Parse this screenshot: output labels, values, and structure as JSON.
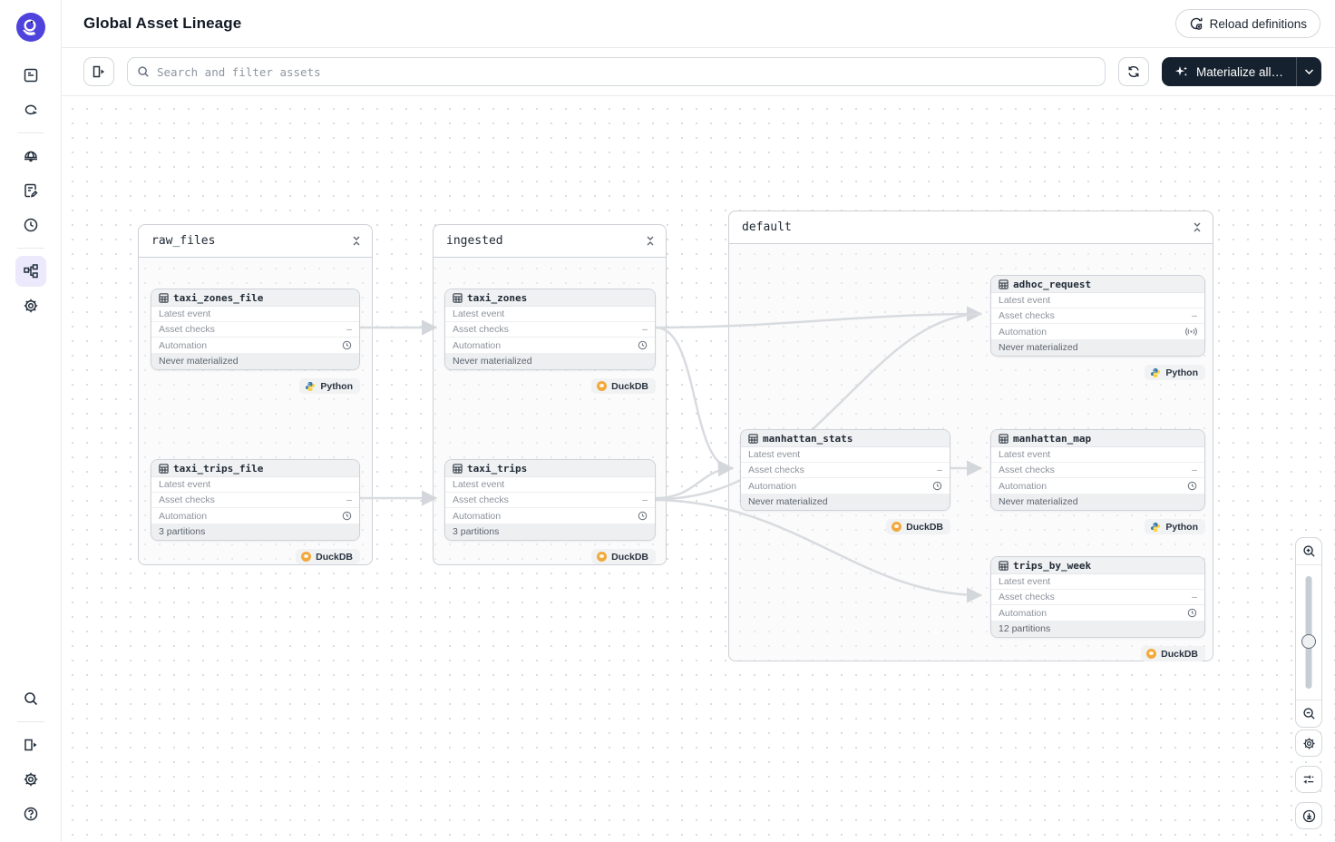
{
  "header": {
    "title": "Global Asset Lineage",
    "reload_definitions_label": "Reload definitions"
  },
  "toolbar": {
    "search_placeholder": "Search and filter assets",
    "materialize_label": "Materialize all…"
  },
  "sidebar": {
    "logo_icon": "dagster-logo",
    "top_icons": [
      "asset-catalog-icon",
      "runs-loop-icon",
      "deployment-globe-icon",
      "jobs-notebook-icon",
      "schedules-clock-icon",
      "lineage-graph-icon",
      "settings-gear-icon"
    ],
    "active_icon": "lineage-graph-icon",
    "bottom_icons": [
      "search-icon",
      "expand-panel-icon",
      "settings-gear-icon",
      "help-icon"
    ]
  },
  "graph": {
    "row_labels": {
      "latest_event": "Latest event",
      "asset_checks": "Asset checks",
      "automation": "Automation"
    },
    "groups": [
      {
        "name": "raw_files"
      },
      {
        "name": "ingested"
      },
      {
        "name": "default"
      }
    ],
    "assets": [
      {
        "name": "taxi_zones_file",
        "group": "raw_files",
        "checks": "–",
        "automation_icon": "clock-icon",
        "footer": "Never materialized",
        "badge": "Python"
      },
      {
        "name": "taxi_trips_file",
        "group": "raw_files",
        "checks": "–",
        "automation_icon": "clock-icon",
        "footer": "3 partitions",
        "badge": "DuckDB"
      },
      {
        "name": "taxi_zones",
        "group": "ingested",
        "checks": "–",
        "automation_icon": "clock-icon",
        "footer": "Never materialized",
        "badge": "DuckDB"
      },
      {
        "name": "taxi_trips",
        "group": "ingested",
        "checks": "–",
        "automation_icon": "clock-icon",
        "footer": "3 partitions",
        "badge": "DuckDB"
      },
      {
        "name": "adhoc_request",
        "group": "default",
        "checks": "–",
        "automation_icon": "sensor-icon",
        "footer": "Never materialized",
        "badge": "Python"
      },
      {
        "name": "manhattan_stats",
        "group": "default",
        "checks": "–",
        "automation_icon": "clock-icon",
        "footer": "Never materialized",
        "badge": "DuckDB"
      },
      {
        "name": "manhattan_map",
        "group": "default",
        "checks": "–",
        "automation_icon": "clock-icon",
        "footer": "Never materialized",
        "badge": "Python"
      },
      {
        "name": "trips_by_week",
        "group": "default",
        "checks": "–",
        "automation_icon": "clock-icon",
        "footer": "12 partitions",
        "badge": "DuckDB"
      }
    ],
    "edges": [
      {
        "from": "taxi_zones_file",
        "to": "taxi_zones"
      },
      {
        "from": "taxi_trips_file",
        "to": "taxi_trips"
      },
      {
        "from": "taxi_zones",
        "to": "adhoc_request"
      },
      {
        "from": "taxi_zones",
        "to": "manhattan_stats"
      },
      {
        "from": "taxi_trips",
        "to": "manhattan_stats"
      },
      {
        "from": "taxi_trips",
        "to": "adhoc_request"
      },
      {
        "from": "taxi_trips",
        "to": "trips_by_week"
      },
      {
        "from": "manhattan_stats",
        "to": "manhattan_map"
      }
    ]
  },
  "controls": {
    "right_icons": [
      "zoom-in-icon",
      "zoom-slider",
      "zoom-out-icon",
      "settings-gear-icon",
      "view-options-icon",
      "download-icon"
    ]
  },
  "colors": {
    "accent_purple": "#4f43dd",
    "dark_button": "#16212f",
    "edge_gray": "#d8dbdf",
    "python_blue": "#3776ab",
    "python_yellow": "#ffd43b",
    "duckdb_yellow": "#f2a93b",
    "active_item_bg": "#ebe9fb"
  }
}
